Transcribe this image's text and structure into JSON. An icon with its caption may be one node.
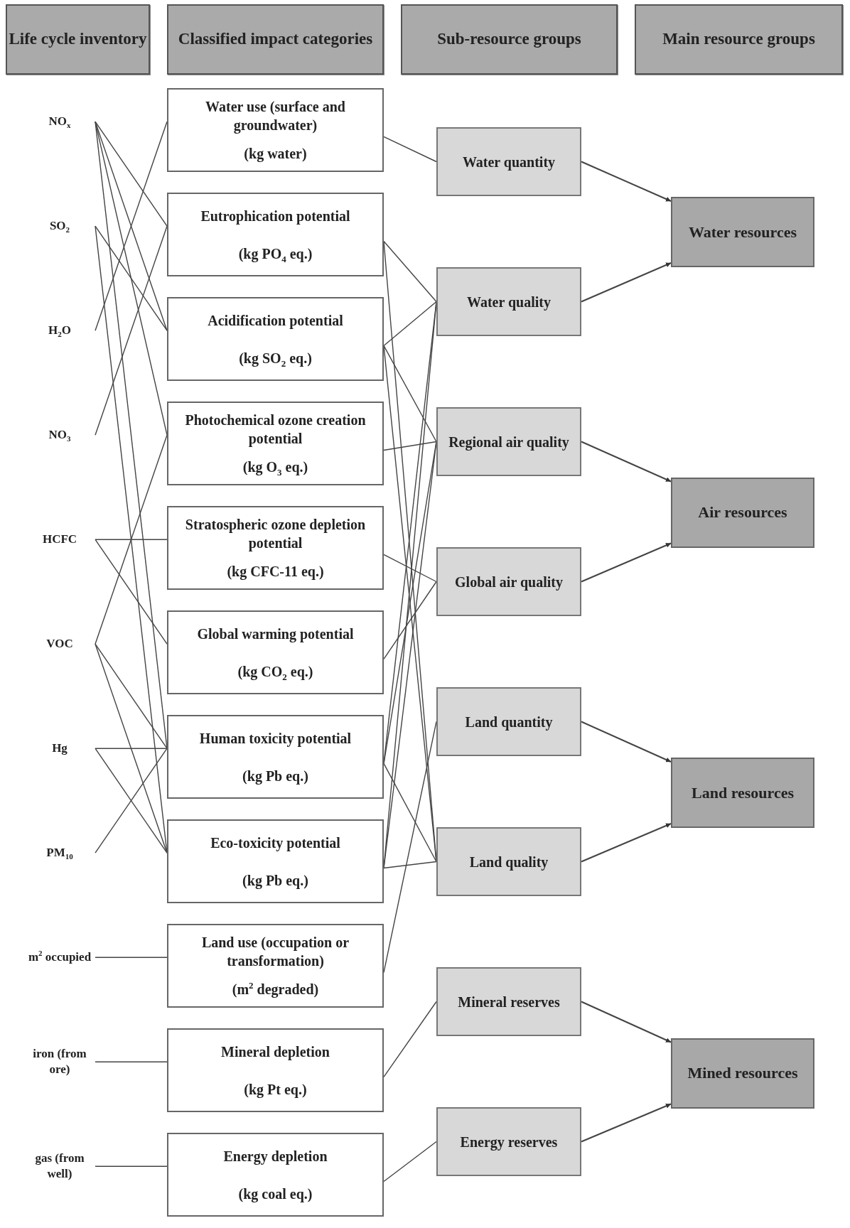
{
  "diagram": {
    "nodes": [
      {
        "text": [
          "Life cycle inventory"
        ]
      },
      {
        "text": [
          "Classified impact categories"
        ]
      },
      {
        "text": [
          "Sub-resource groups"
        ]
      },
      {
        "text": [
          "Main resource groups"
        ]
      },
      {
        "text": [
          "NO$_{x}$"
        ]
      },
      {
        "text": [
          "SO$_{2}$"
        ]
      },
      {
        "text": [
          "H$_{2}$O"
        ]
      },
      {
        "text": [
          "NO$_{3}$"
        ]
      },
      {
        "text": [
          "HCFC"
        ]
      },
      {
        "text": [
          "VOC"
        ]
      },
      {
        "text": [
          "Hg"
        ]
      },
      {
        "text": [
          "PM$_{10}$"
        ]
      },
      {
        "text": [
          "m$^{2}$ occupied"
        ]
      },
      {
        "text": [
          "iron (from ore)"
        ]
      },
      {
        "text": [
          "gas (from well)"
        ]
      },
      {
        "text": [
          "Water use (surface and groundwater)",
          "(kg water)"
        ]
      },
      {
        "text": [
          "Eutrophication potential",
          "(kg PO$_{4}$ eq.)"
        ]
      },
      {
        "text": [
          "Acidification potential",
          "(kg SO$_{2}$ eq.)"
        ]
      },
      {
        "text": [
          "Photochemical ozone creation potential",
          "(kg O$_{3}$ eq.)"
        ]
      },
      {
        "text": [
          "Stratospheric ozone depletion potential",
          "(kg CFC-11 eq.)"
        ]
      },
      {
        "text": [
          "Global warming potential",
          "(kg CO$_{2}$ eq.)"
        ]
      },
      {
        "text": [
          "Human toxicity potential",
          "(kg Pb eq.)"
        ]
      },
      {
        "text": [
          "Eco-toxicity potential",
          "(kg Pb eq.)"
        ]
      },
      {
        "text": [
          "Land use (occupation or transformation)",
          "(m$^{2}$ degraded)"
        ]
      },
      {
        "text": [
          "Mineral depletion",
          "(kg Pt eq.)"
        ]
      },
      {
        "text": [
          "Energy depletion",
          "(kg coal eq.)"
        ]
      },
      {
        "text": [
          "Water quantity"
        ]
      },
      {
        "text": [
          "Water quality"
        ]
      },
      {
        "text": [
          "Regional air quality"
        ]
      },
      {
        "text": [
          "Global air quality"
        ]
      },
      {
        "text": [
          "Land quantity"
        ]
      },
      {
        "text": [
          "Land quality"
        ]
      },
      {
        "text": [
          "Mineral reserves"
        ]
      },
      {
        "text": [
          "Energy reserves"
        ]
      },
      {
        "text": [
          "Water resources"
        ]
      },
      {
        "text": [
          "Air resources"
        ]
      },
      {
        "text": [
          "Land resources"
        ]
      },
      {
        "text": [
          "Mined resources"
        ]
      }
    ],
    "edges": [
      {
        "from": 4,
        "to": 16,
        "arrow": "none"
      },
      {
        "from": 4,
        "to": 17,
        "arrow": "none"
      },
      {
        "from": 4,
        "to": 18,
        "arrow": "none"
      },
      {
        "from": 4,
        "to": 21,
        "arrow": "none"
      },
      {
        "from": 5,
        "to": 17,
        "arrow": "none"
      },
      {
        "from": 5,
        "to": 22,
        "arrow": "none"
      },
      {
        "from": 6,
        "to": 15,
        "arrow": "none"
      },
      {
        "from": 7,
        "to": 16,
        "arrow": "none"
      },
      {
        "from": 8,
        "to": 19,
        "arrow": "none"
      },
      {
        "from": 8,
        "to": 20,
        "arrow": "none"
      },
      {
        "from": 9,
        "to": 18,
        "arrow": "none"
      },
      {
        "from": 9,
        "to": 21,
        "arrow": "none"
      },
      {
        "from": 9,
        "to": 22,
        "arrow": "none"
      },
      {
        "from": 10,
        "to": 21,
        "arrow": "none"
      },
      {
        "from": 10,
        "to": 22,
        "arrow": "none"
      },
      {
        "from": 11,
        "to": 21,
        "arrow": "none"
      },
      {
        "from": 12,
        "to": 23,
        "arrow": "none"
      },
      {
        "from": 13,
        "to": 24,
        "arrow": "none"
      },
      {
        "from": 14,
        "to": 25,
        "arrow": "none"
      },
      {
        "from": 15,
        "to": 26,
        "arrow": "none"
      },
      {
        "from": 16,
        "to": 27,
        "arrow": "none"
      },
      {
        "from": 16,
        "to": 31,
        "arrow": "none"
      },
      {
        "from": 17,
        "to": 27,
        "arrow": "none"
      },
      {
        "from": 17,
        "to": 28,
        "arrow": "none"
      },
      {
        "from": 17,
        "to": 31,
        "arrow": "none"
      },
      {
        "from": 18,
        "to": 28,
        "arrow": "none"
      },
      {
        "from": 19,
        "to": 29,
        "arrow": "none"
      },
      {
        "from": 20,
        "to": 29,
        "arrow": "none"
      },
      {
        "from": 21,
        "to": 27,
        "arrow": "none"
      },
      {
        "from": 21,
        "to": 28,
        "arrow": "none"
      },
      {
        "from": 21,
        "to": 31,
        "arrow": "none"
      },
      {
        "from": 22,
        "to": 27,
        "arrow": "none"
      },
      {
        "from": 22,
        "to": 28,
        "arrow": "none"
      },
      {
        "from": 22,
        "to": 31,
        "arrow": "none"
      },
      {
        "from": 23,
        "to": 30,
        "arrow": "none"
      },
      {
        "from": 24,
        "to": 32,
        "arrow": "none"
      },
      {
        "from": 25,
        "to": 33,
        "arrow": "none"
      },
      {
        "from": 26,
        "to": 34,
        "arrow": "to"
      },
      {
        "from": 27,
        "to": 34,
        "arrow": "to"
      },
      {
        "from": 28,
        "to": 35,
        "arrow": "to"
      },
      {
        "from": 29,
        "to": 35,
        "arrow": "to"
      },
      {
        "from": 30,
        "to": 36,
        "arrow": "to"
      },
      {
        "from": 31,
        "to": 36,
        "arrow": "to"
      },
      {
        "from": 32,
        "to": 37,
        "arrow": "to"
      },
      {
        "from": 33,
        "to": 37,
        "arrow": "to"
      }
    ]
  }
}
